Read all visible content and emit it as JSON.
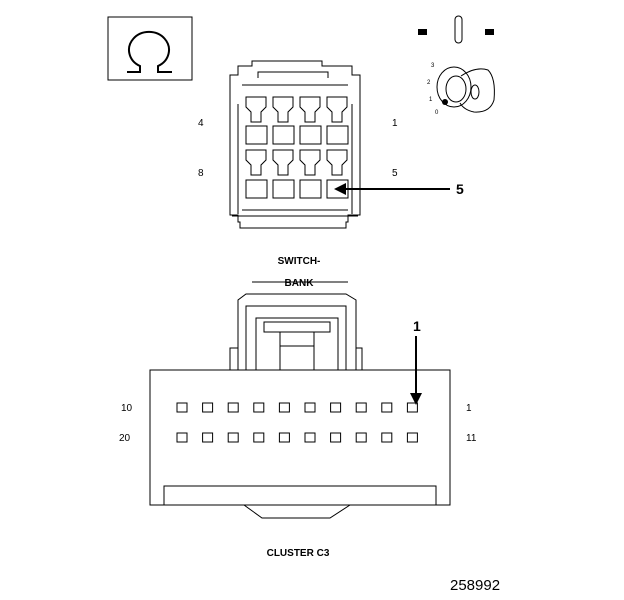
{
  "symbols": {
    "ohm_box": "ohm-icon",
    "ohm_glyph": "Ω",
    "ignition_key": "ignition-key-icon"
  },
  "ignition": {
    "positions": [
      "3",
      "2",
      "1",
      "0"
    ]
  },
  "switch_bank": {
    "title_line1": "SWITCH-",
    "title_line2": "BANK",
    "pin_top_left": "4",
    "pin_top_right": "1",
    "pin_bottom_left": "8",
    "pin_bottom_right": "5",
    "callout": "5"
  },
  "cluster": {
    "title": "CLUSTER C3",
    "pin_top_left": "10",
    "pin_top_right": "1",
    "pin_bottom_left": "20",
    "pin_bottom_right": "11",
    "callout": "1"
  },
  "figure_number": "258992"
}
